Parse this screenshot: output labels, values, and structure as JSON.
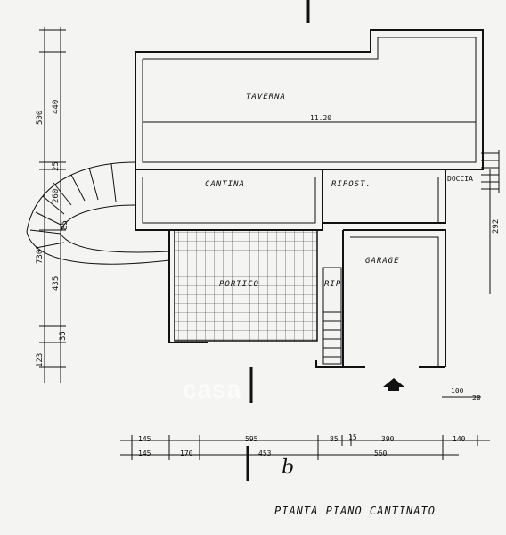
{
  "title": "PIANTA PIANO CANTINATO",
  "rooms": {
    "taverna": "TAVERNA",
    "cantina": "CANTINA",
    "ripost": "RIPOST.",
    "doccia": "DOCCIA",
    "portico": "PORTICO",
    "rip": "RIP.",
    "garage": "GARAGE"
  },
  "dimensions": {
    "taverna_width": "11.20",
    "left_500": "500",
    "left_440": "440",
    "left_25": "25",
    "left_260": "260",
    "left_85": "85",
    "left_730": "730",
    "left_435": "435",
    "left_35": "35",
    "left_123": "123",
    "right_292": "292",
    "right_100": "100",
    "right_28": "28",
    "row1": [
      "145",
      "595",
      "85",
      "15",
      "390",
      "140"
    ],
    "row2": [
      "145",
      "170",
      "453",
      "560"
    ]
  },
  "signature": "b",
  "watermark": "casa",
  "icons": {
    "entrance": "arrow-up-icon",
    "doccia": "shower-icon"
  }
}
